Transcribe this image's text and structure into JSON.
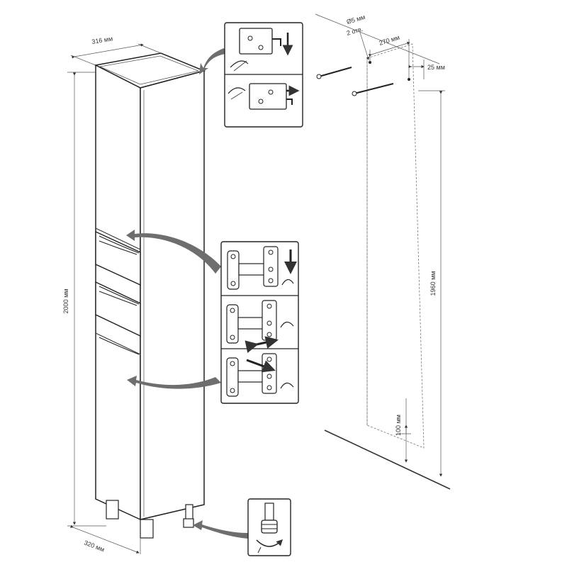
{
  "dimensions": {
    "width_top": "316 мм",
    "width_bottom": "320 мм",
    "height_total": "2000 мм",
    "hole_diameter": "Ø5 мм",
    "hole_count": "2 отв.",
    "hole_spacing": "270 мм",
    "side_offset": "25 мм",
    "mount_height": "1960 мм",
    "base_offset": "100 мм"
  },
  "colors": {
    "line": "#222222",
    "callout_arrow": "#6e6e6e",
    "background": "#ffffff"
  },
  "icons": {
    "top_bracket": "hanging-bracket-icon",
    "hinges": "door-hinge-icon",
    "leg": "adjustable-leg-icon"
  }
}
